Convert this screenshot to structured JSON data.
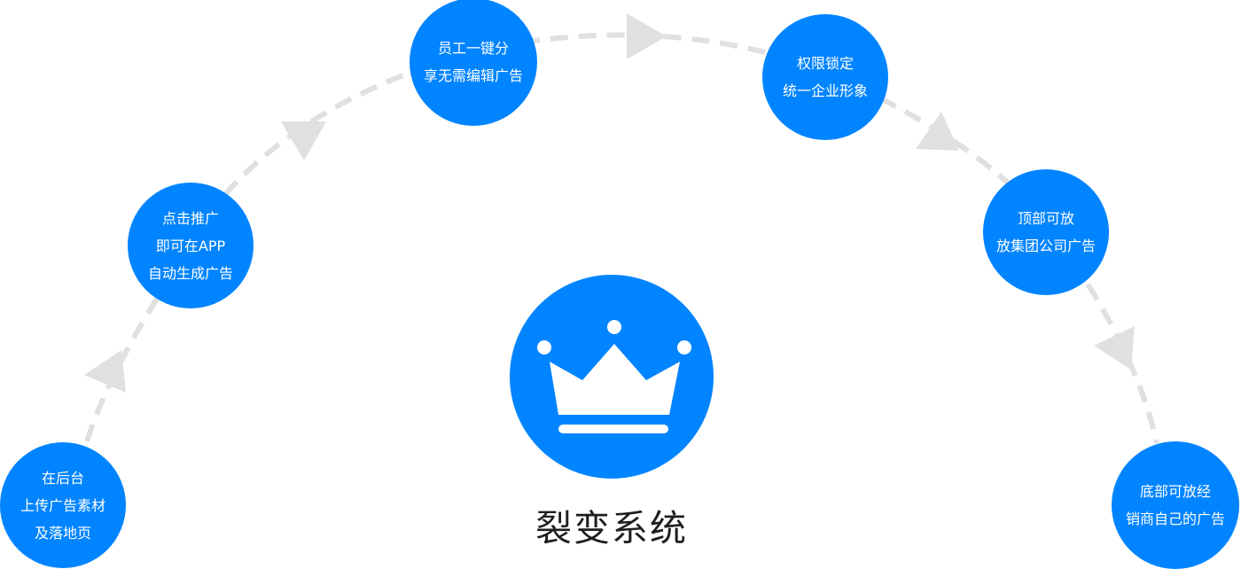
{
  "title": "裂变系统",
  "hub_icon": "crown-icon",
  "colors": {
    "node": "#0084ff",
    "connector": "#e0e0e0",
    "title": "#1e1e1e",
    "node_text": "#ffffff"
  },
  "steps": [
    {
      "id": "upload",
      "lines": [
        "在后台",
        "上传广告素材",
        "及落地页"
      ]
    },
    {
      "id": "promote",
      "lines": [
        "点击推广",
        "即可在APP",
        "自动生成广告"
      ]
    },
    {
      "id": "share",
      "lines": [
        "员工一键分",
        "享无需编辑广告"
      ]
    },
    {
      "id": "lock",
      "lines": [
        "权限锁定",
        "统一企业形象"
      ]
    },
    {
      "id": "top",
      "lines": [
        "顶部可放",
        "放集团公司广告"
      ]
    },
    {
      "id": "bottom",
      "lines": [
        "底部可放经",
        "销商自己的广告"
      ]
    }
  ]
}
